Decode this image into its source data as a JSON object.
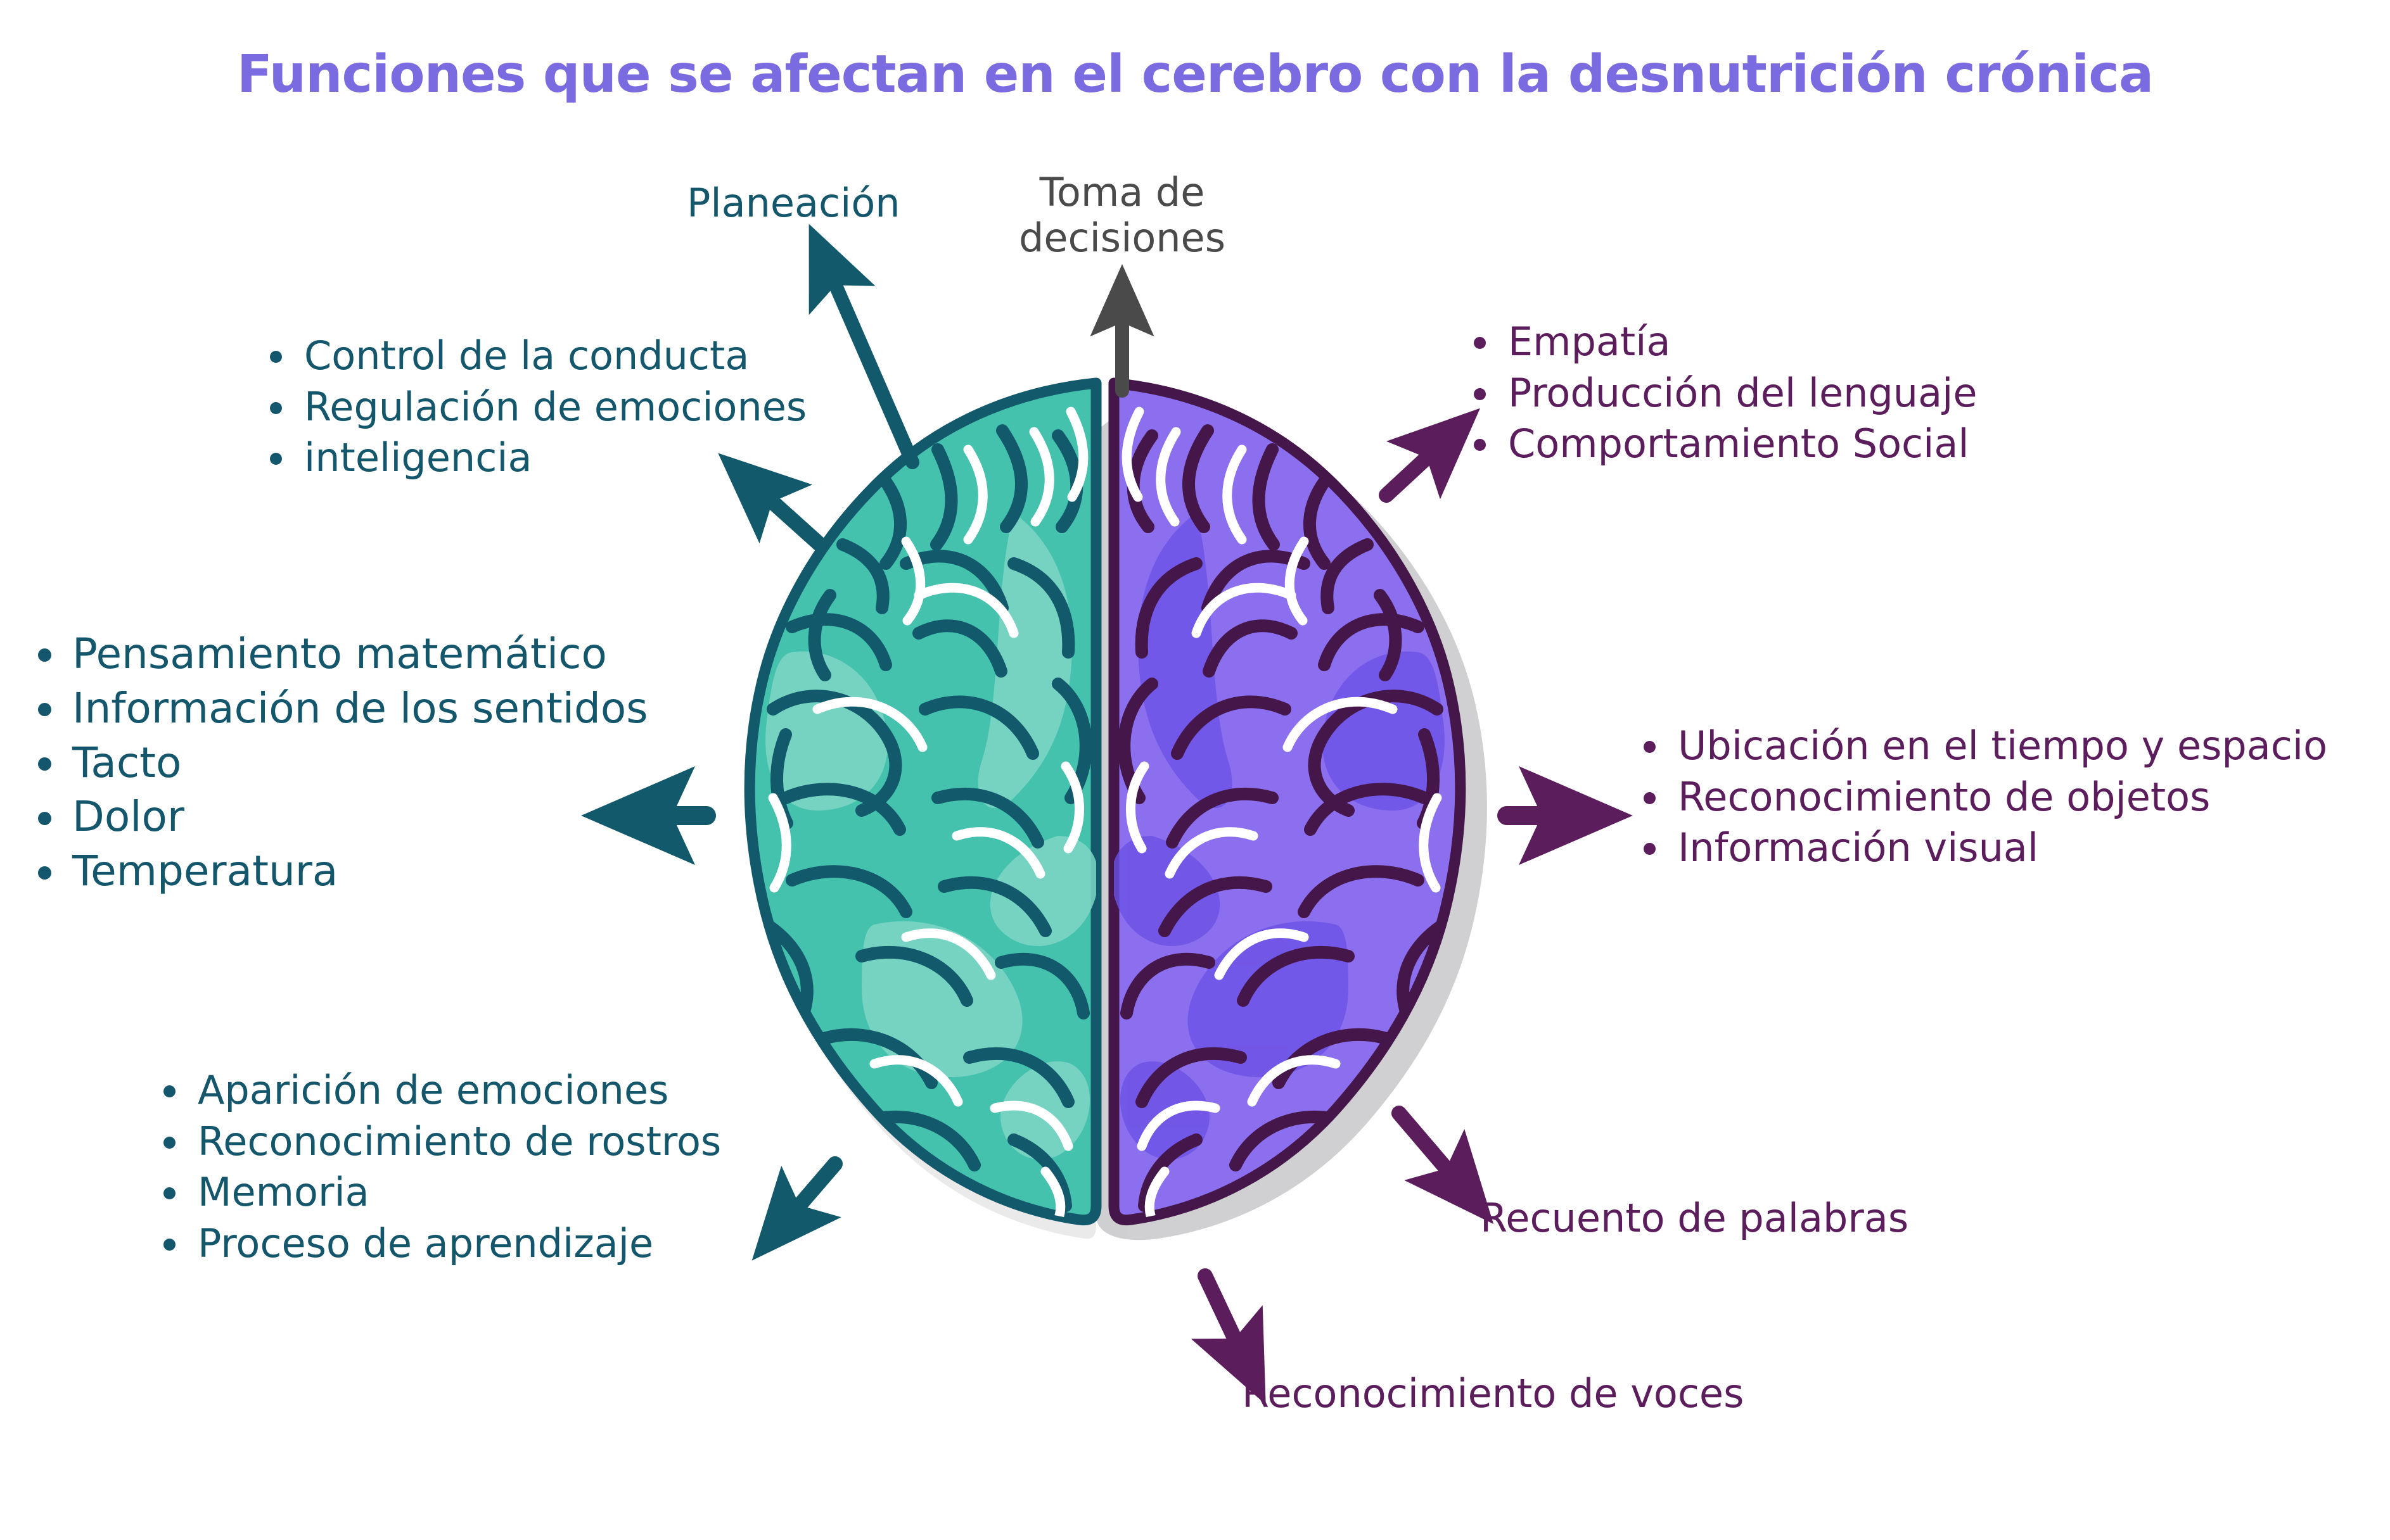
{
  "title": "Funciones que se afectan en el cerebro con la desnutrición crónica",
  "colors": {
    "title": "#7B6BE0",
    "left_text": "#14566B",
    "right_text": "#5C1D5C",
    "center_text": "#4A4A4A",
    "left_hemisphere_fill": "#45C2AE",
    "left_hemisphere_stroke": "#125A6B",
    "right_hemisphere_fill": "#8C6FEE",
    "right_hemisphere_stroke": "#44164A",
    "shadow": "#A9A9AE",
    "highlight": "#FFFFFF"
  },
  "center_labels": {
    "planeacion": "Planeación",
    "toma_de_decisiones_line1": "Toma de",
    "toma_de_decisiones_line2": "decisiones"
  },
  "left": {
    "upper_list": [
      "Control de la conducta",
      "Regulación de emociones",
      "inteligencia"
    ],
    "middle_list": [
      "Pensamiento matemático",
      "Información de los sentidos",
      "Tacto",
      "Dolor",
      "Temperatura"
    ],
    "lower_list": [
      "Aparición de emociones",
      "Reconocimiento de rostros",
      "Memoria",
      "Proceso de aprendizaje"
    ]
  },
  "right": {
    "upper_list": [
      "Empatía",
      "Producción del lenguaje",
      "Comportamiento Social"
    ],
    "middle_list": [
      "Ubicación en el tiempo y espacio",
      "Reconocimiento de objetos",
      "Información visual"
    ],
    "label_recuento": "Recuento de palabras",
    "label_voces": "Reconocimiento de voces"
  }
}
